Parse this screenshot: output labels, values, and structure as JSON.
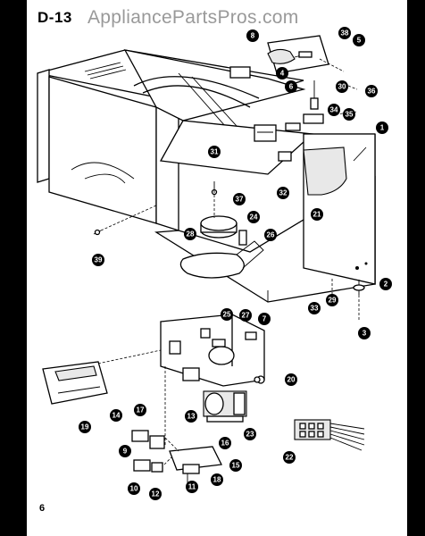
{
  "page": {
    "diagram_id": "D-13",
    "watermark": "AppliancePartsPros.com",
    "page_number": "6"
  },
  "callouts": [
    {
      "id": "c1",
      "label": "1"
    },
    {
      "id": "c2",
      "label": "2"
    },
    {
      "id": "c3",
      "label": "3"
    },
    {
      "id": "c4",
      "label": "4"
    },
    {
      "id": "c5",
      "label": "5"
    },
    {
      "id": "c6",
      "label": "6"
    },
    {
      "id": "c7",
      "label": "7"
    },
    {
      "id": "c8",
      "label": "8"
    },
    {
      "id": "c9",
      "label": "9"
    },
    {
      "id": "c10",
      "label": "10"
    },
    {
      "id": "c11",
      "label": "11"
    },
    {
      "id": "c12",
      "label": "12"
    },
    {
      "id": "c13",
      "label": "13"
    },
    {
      "id": "c14",
      "label": "14"
    },
    {
      "id": "c15",
      "label": "15"
    },
    {
      "id": "c16",
      "label": "16"
    },
    {
      "id": "c17",
      "label": "17"
    },
    {
      "id": "c18",
      "label": "18"
    },
    {
      "id": "c19",
      "label": "19"
    },
    {
      "id": "c20",
      "label": "20"
    },
    {
      "id": "c21",
      "label": "21"
    },
    {
      "id": "c22",
      "label": "22"
    },
    {
      "id": "c23",
      "label": "23"
    },
    {
      "id": "c24",
      "label": "24"
    },
    {
      "id": "c25",
      "label": "25"
    },
    {
      "id": "c26",
      "label": "26"
    },
    {
      "id": "c27",
      "label": "27"
    },
    {
      "id": "c28",
      "label": "28"
    },
    {
      "id": "c29",
      "label": "29"
    },
    {
      "id": "c30",
      "label": "30"
    },
    {
      "id": "c31",
      "label": "31"
    },
    {
      "id": "c32",
      "label": "32"
    },
    {
      "id": "c33",
      "label": "33"
    },
    {
      "id": "c34",
      "label": "34"
    },
    {
      "id": "c35",
      "label": "35"
    },
    {
      "id": "c36",
      "label": "36"
    },
    {
      "id": "c37",
      "label": "37"
    },
    {
      "id": "c38",
      "label": "38"
    },
    {
      "id": "c39",
      "label": "39"
    }
  ]
}
